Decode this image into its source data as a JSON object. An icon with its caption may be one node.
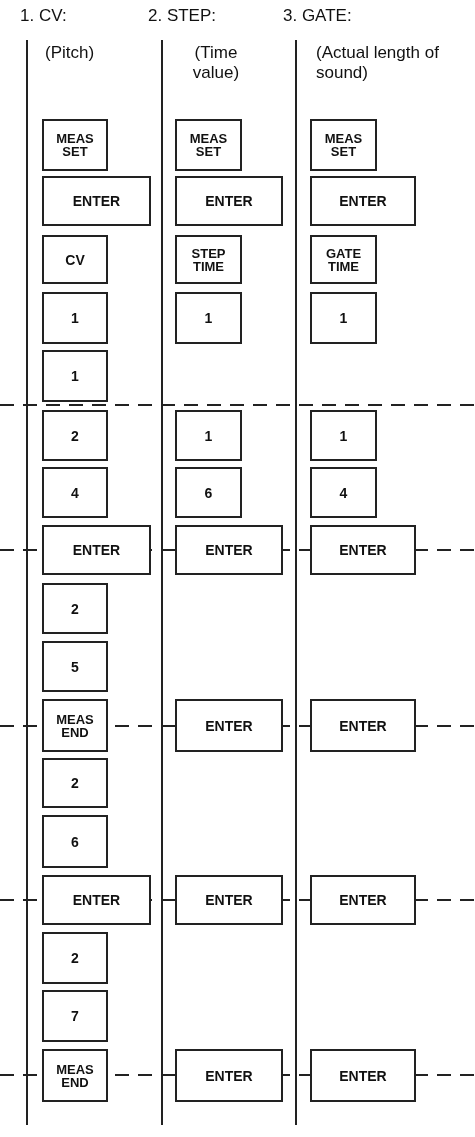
{
  "diagram": {
    "nodes": [
      {
        "text": [
          "MEAS SET"
        ]
      },
      {
        "text": [
          "ENTER"
        ]
      },
      {
        "text": [
          "CV"
        ]
      },
      {
        "text": [
          "1"
        ]
      },
      {
        "text": [
          "1"
        ]
      },
      {
        "text": [
          "2"
        ]
      },
      {
        "text": [
          "4"
        ]
      },
      {
        "text": [
          "ENTER"
        ]
      },
      {
        "text": [
          "2"
        ]
      },
      {
        "text": [
          "5"
        ]
      },
      {
        "text": [
          "MEAS END"
        ]
      },
      {
        "text": [
          "2"
        ]
      },
      {
        "text": [
          "6"
        ]
      },
      {
        "text": [
          "ENTER"
        ]
      },
      {
        "text": [
          "2"
        ]
      },
      {
        "text": [
          "7"
        ]
      },
      {
        "text": [
          "MEAS END"
        ]
      },
      {
        "text": [
          "MEAS SET"
        ]
      },
      {
        "text": [
          "ENTER"
        ]
      },
      {
        "text": [
          "STEP TIME"
        ]
      },
      {
        "text": [
          "1"
        ]
      },
      {
        "text": [
          "1"
        ]
      },
      {
        "text": [
          "6"
        ]
      },
      {
        "text": [
          "ENTER"
        ]
      },
      {
        "text": [
          "ENTER"
        ]
      },
      {
        "text": [
          "ENTER"
        ]
      },
      {
        "text": [
          "ENTER"
        ]
      },
      {
        "text": [
          "MEAS SET"
        ]
      },
      {
        "text": [
          "ENTER"
        ]
      },
      {
        "text": [
          "GATE TIME"
        ]
      },
      {
        "text": [
          "1"
        ]
      },
      {
        "text": [
          "1"
        ]
      },
      {
        "text": [
          "4"
        ]
      },
      {
        "text": [
          "ENTER"
        ]
      },
      {
        "text": [
          "ENTER"
        ]
      },
      {
        "text": [
          "ENTER"
        ]
      },
      {
        "text": [
          "ENTER"
        ]
      }
    ],
    "labels": [
      "1. CV:",
      "(Pitch)",
      "2. STEP:",
      "(Time value)",
      "3. GATE:",
      "(Actual length of sound)"
    ]
  }
}
